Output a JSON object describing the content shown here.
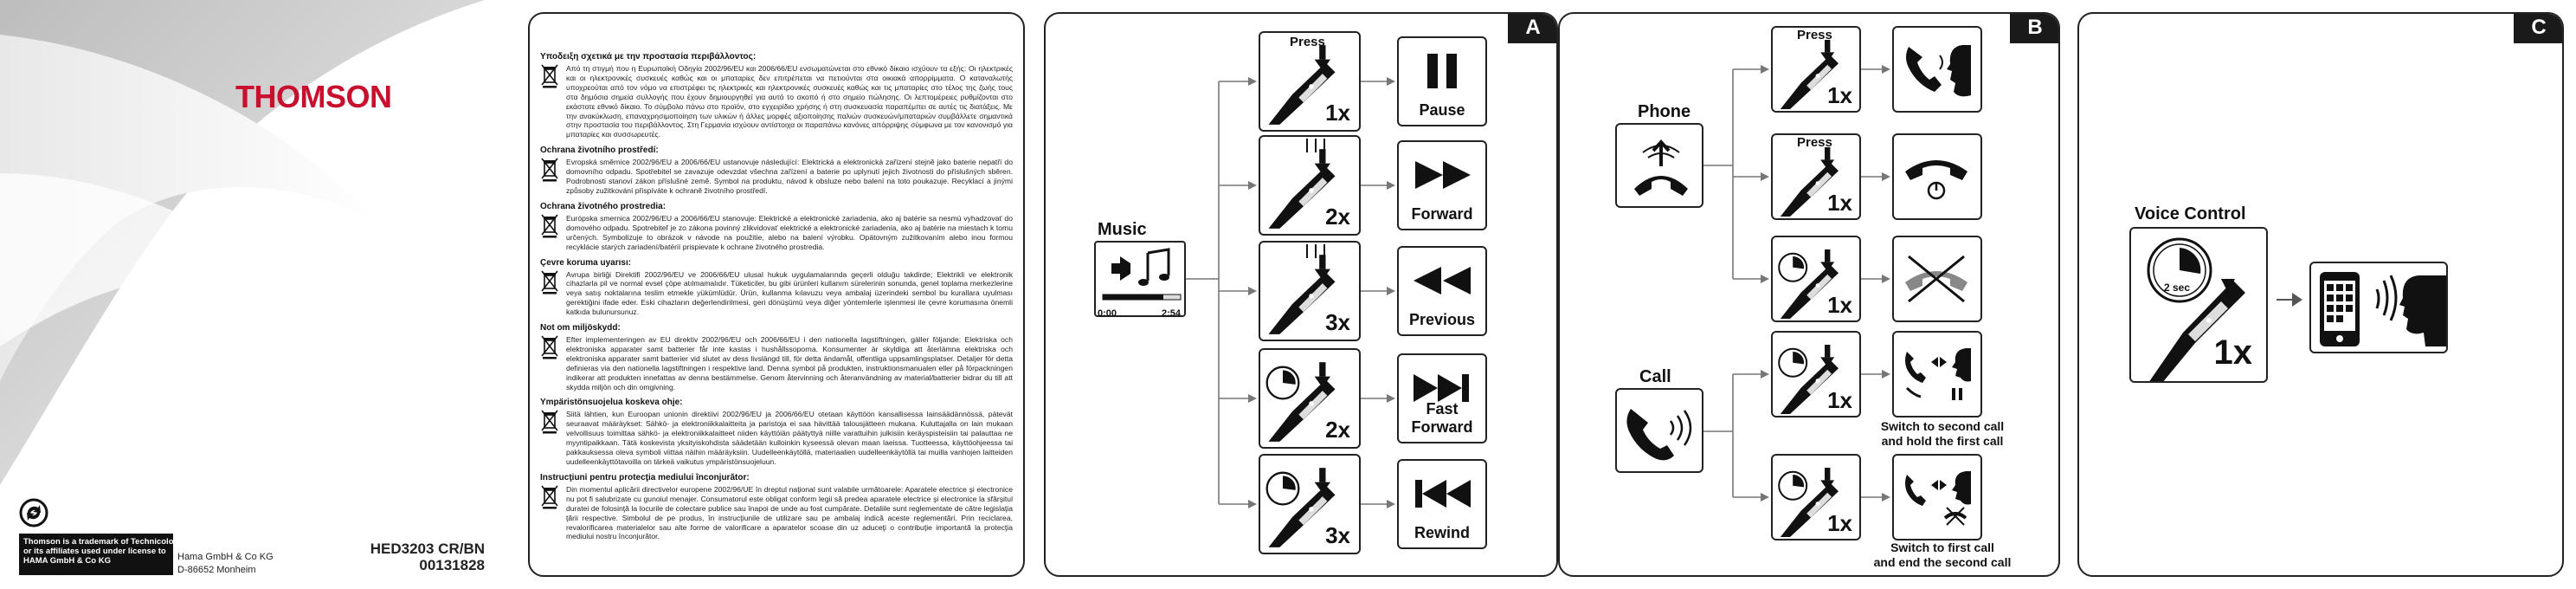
{
  "cover": {
    "brand": "THOMSON",
    "trademark_lines": [
      "Thomson is a trademark of Technicolor",
      "or its affiliates used under license to",
      "HAMA GmbH & Co KG"
    ],
    "company_lines": [
      "Hama GmbH & Co KG",
      "D-86652 Monheim"
    ],
    "model_lines": [
      "HED3203 CR/BN",
      "00131828"
    ],
    "colors": {
      "brand": "#c8102e",
      "swoosh": "#d4d4d4"
    }
  },
  "disposal": {
    "entries": [
      {
        "title": "Υποδειξη σχετικά με την προστασία περιβάλλοντος:",
        "text": "Από τη στιγμή που η Ευρωπαϊκή Οδηγία 2002/96/EU και 2006/66/EU ενσωματώνεται στο εθνικό δίκαιο ισχύουν τα εξής: Οι ηλεκτρικές και οι ηλεκτρονικές συσκευές καθώς και οι μπαταρίες δεν επιτρέπεται να πετιούνται στα οικιακά απορρίμματα. Ο καταναλωτής υποχρεούται από τον νόμο να επιστρέφει τις ηλεκτρικές και ηλεκτρονικές συσκευές καθώς και τις μπαταρίες στο τέλος της ζωής τους στα δημόσια σημεία συλλογής που έχουν δημιουργηθεί για αυτό το σκοπό ή στο σημείο πώλησης. Οι λεπτομέρειες ρυθμίζονται στο εκάστοτε εθνικό δίκαιο. Το σύμβολο πάνω στο προϊόν, στο εγχειρίδιο χρήσης ή στη συσκευασία παραπέμπει σε αυτές τις διατάξεις. Με την ανακύκλωση, επαναχρησιμοποίηση των υλικών ή άλλες μορφές αξιοποίησης παλιών συσκευών/μπαταριών συμβάλλετε σημαντικά στην προστασία του περιβάλλοντος. Στη Γερμανία ισχύουν αντίστοιχα οι παραπάνω κανόνες απόρριψης σύμφωνα με τον κανονισμό για μπαταρίες και συσσωρευτές."
      },
      {
        "title": "Ochrana životního prostředí:",
        "text": "Evropská směrnice 2002/96/EU a 2006/66/EU ustanovuje následující: Elektrická a elektronická zařízení stejně jako baterie nepatří do domovního odpadu. Spotřebitel se zavazuje odevzdat všechna zařízení a baterie po uplynutí jejich životnosti do příslušných sběren. Podrobnosti stanoví zákon příslušné země. Symbol na produktu, návod k obsluze nebo balení na toto poukazuje. Recyklací a jinými způsoby zužitkování přispíváte k ochraně životního prostředí."
      },
      {
        "title": "Ochrana životného prostredia:",
        "text": "Európska smernica 2002/96/EU a 2006/66/EU stanovuje: Elektrické a elektronické zariadenia, ako aj batérie sa nesmú vyhadzovať do domového odpadu. Spotrebiteľ je zo zákona povinný zlikvidovať elektrické a elektronické zariadenia, ako aj batérie na miestach k tomu určených. Symbolizuje to obrázok v návode na použitie, alebo na balení výrobku. Opätovným zužitkovaním alebo inou formou recyklácie starých zariadení/batérií prispievate k ochrane životného prostredia."
      },
      {
        "title": "Çevre koruma uyarısı:",
        "text": "Avrupa birliği Direktifi 2002/96/EU ve 2006/66/EU ulusal hukuk uygulamalarında geçerli olduğu takdirde; Elektrikli ve elektronik cihazlarla pil ve normal evsel çöpe atılmamalıdır. Tüketiciler, bu gibi ürünleri kullanım sürelerinin sonunda, genel toplama merkezlerine veya satış noktalarına teslim etmekle yükümlüdür. Ürün, kullanma kılavuzu veya ambalaj üzerindeki sembol bu kurallara uyulması gerektiğini ifade eder. Eski cihazların değerlendirilmesi, geri dönüşümü veya diğer yöntemlerle işlenmesi ile çevre korumasına önemli katkıda bulunursunuz."
      },
      {
        "title": "Not om miljöskydd:",
        "text": "Efter implementeringen av EU direktiv 2002/96/EU och 2006/66/EU i den nationella lagstiftningen, gäller följande: Elektriska och elektroniska apparater samt batterier får inte kastas i hushållssoporna. Konsumenter är skyldiga att återlämna elektriska och elektroniska apparater samt batterier vid slutet av dess livslängd till, för detta ändamål, offentliga uppsamlingsplatser. Detaljer för detta definieras via den nationella lagstiftningen i respektive land. Denna symbol på produkten, instruktionsmanualen eller på förpackningen indikerar att produkten innefattas av denna bestämmelse. Genom återvinning och återanvändning av material/batterier bidrar du till att skydda miljön och din omgivning."
      },
      {
        "title": "Ympäristönsuojelua koskeva ohje:",
        "text": "Siitä lähtien, kun Euroopan unionin direktiivi 2002/96/EU ja 2006/66/EU otetaan käyttöön kansallisessa lainsäädännössä, pätevät seuraavat määräykset: Sähkö- ja elektroniikkalaitteita ja paristoja ei saa hävittää talousjätteen mukana. Kuluttajalla on lain mukaan velvollisuus toimittaa sähkö- ja elektroniikkalaitteet niiden käyttöiän päätyttyä niille varattuihin julkisiin keräyspisteisiin tai palauttaa ne myyntipaikkaan. Tätä koskevista yksityiskohdista säädetään kulloinkin kyseessä olevan maan laeissa. Tuotteessa, käyttöohjeessa tai pakkauksessa oleva symboli viittaa näihin määräyksiin. Uudelleenkäytöllä, materiaalien uudelleenkäytöllä tai muilla vanhojen laitteiden uudelleenkäyttötavoilla on tärkeä vaikutus ympäristönsuojeluun."
      },
      {
        "title": "Instrucţiuni pentru protecţia mediului înconjurător:",
        "text": "Din momentul aplicării directivelor europene 2002/96/UE în dreptul naţional sunt valabile următoarele: Aparatele electrice şi electronice nu pot fi salubrizate cu gunoiul menajer. Consumatorul este obligat conform legii să predea aparatele electrice şi electronice la sfârşitul duratei de folosinţă la locurile de colectare publice sau înapoi de unde au fost cumpărate. Detaliile sunt reglementate de către legislaţia ţării respective. Simbolul de pe produs, în instrucţiunile de utilizare sau pe ambalaj indică aceste reglementări. Prin reciclarea, revalorificarea materialelor sau alte forme de valorificare a aparatelor scoase din uz aduceţi o contribuţie importantă la protecţia mediului nostru înconjurător."
      }
    ]
  },
  "panel_a": {
    "tag": "A",
    "source_label": "Music",
    "time_start": "0:00",
    "time_end": "2:54",
    "rows": [
      {
        "press_label": "Press",
        "multiplier": "1x",
        "action": "Pause",
        "icon": "pause-icon"
      },
      {
        "press_label": "",
        "multiplier": "2x",
        "action": "Forward",
        "icon": "forward-icon"
      },
      {
        "press_label": "",
        "multiplier": "3x",
        "action": "Previous",
        "icon": "previous-icon"
      },
      {
        "press_label": "",
        "multiplier": "2x",
        "action": "Fast Forward",
        "icon": "fast-forward-icon"
      },
      {
        "press_label": "",
        "multiplier": "3x",
        "action": "Rewind",
        "icon": "rewind-icon"
      }
    ]
  },
  "panel_b": {
    "tag": "B",
    "phone_label": "Phone",
    "call_label": "Call",
    "rows": [
      {
        "press_label": "Press",
        "multiplier": "1x",
        "result_icon": "answer-call-icon"
      },
      {
        "press_label": "Press",
        "multiplier": "1x",
        "result_icon": "hang-up-icon"
      },
      {
        "press_label": "",
        "multiplier": "1x",
        "result_icon": "reject-call-icon"
      },
      {
        "press_label": "",
        "multiplier": "1x",
        "result_icon": "switch-hold-icon"
      },
      {
        "press_label": "",
        "multiplier": "1x",
        "result_icon": "switch-end-icon"
      }
    ],
    "note_switch_hold": [
      "Switch to second call",
      "and hold the first call"
    ],
    "note_switch_end": [
      "Switch to first call",
      "and end the second call"
    ]
  },
  "panel_c": {
    "tag": "C",
    "label": "Voice Control",
    "timer": "2 sec",
    "multiplier": "1x"
  }
}
